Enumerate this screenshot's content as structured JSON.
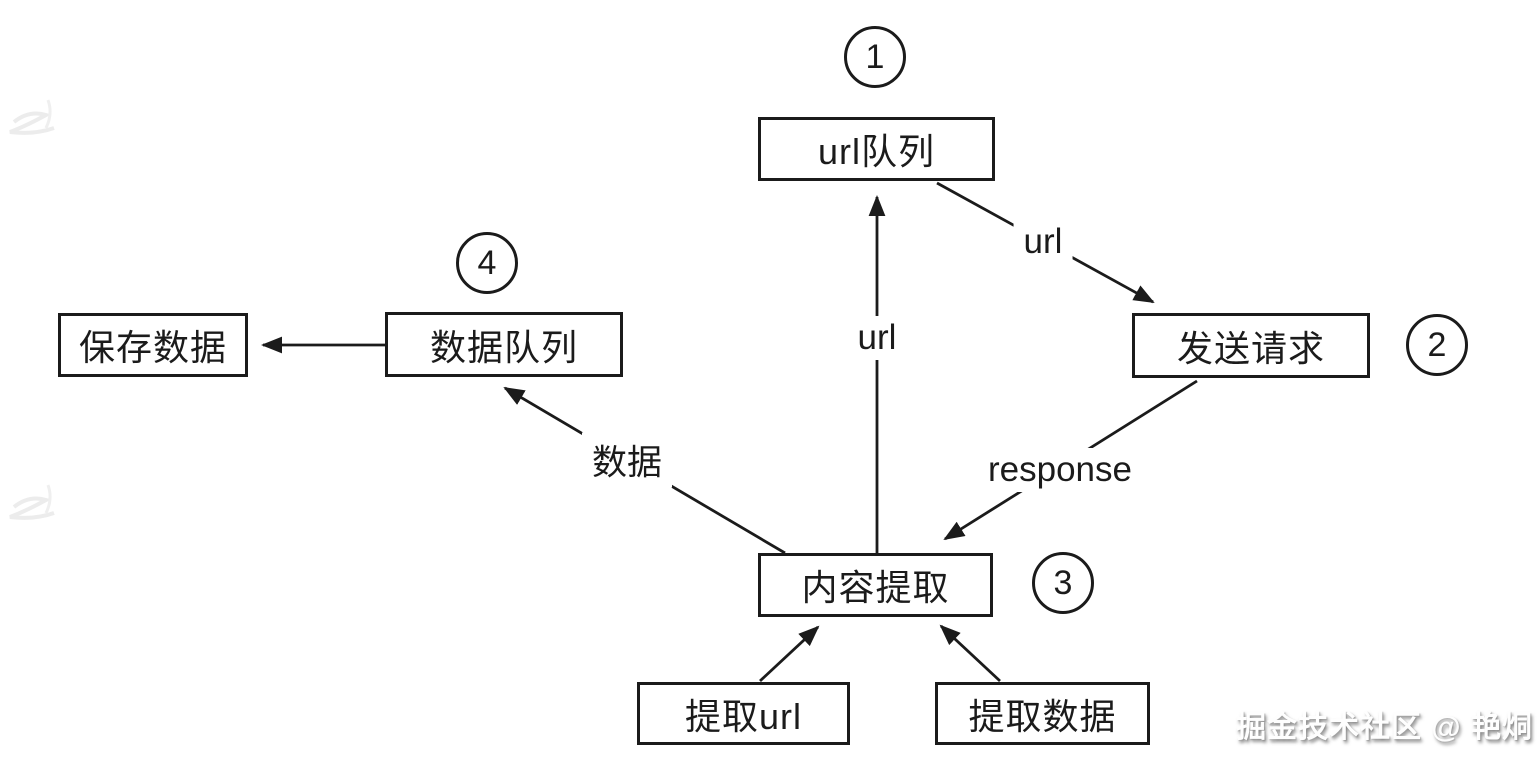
{
  "page": {
    "background": "#ffffff",
    "ink": "#1b1b1b"
  },
  "nodes": {
    "url_queue": {
      "label": "url队列"
    },
    "send_request": {
      "label": "发送请求"
    },
    "content_extract": {
      "label": "内容提取"
    },
    "data_queue": {
      "label": "数据队列"
    },
    "save_data": {
      "label": "保存数据"
    },
    "extract_url": {
      "label": "提取url"
    },
    "extract_data": {
      "label": "提取数据"
    }
  },
  "steps": {
    "s1": "1",
    "s2": "2",
    "s3": "3",
    "s4": "4"
  },
  "edges": {
    "url_up": "url",
    "url_to_request": "url",
    "response": "response",
    "data": "数据"
  },
  "watermark": "掘金技术社区 @ 艳烔"
}
